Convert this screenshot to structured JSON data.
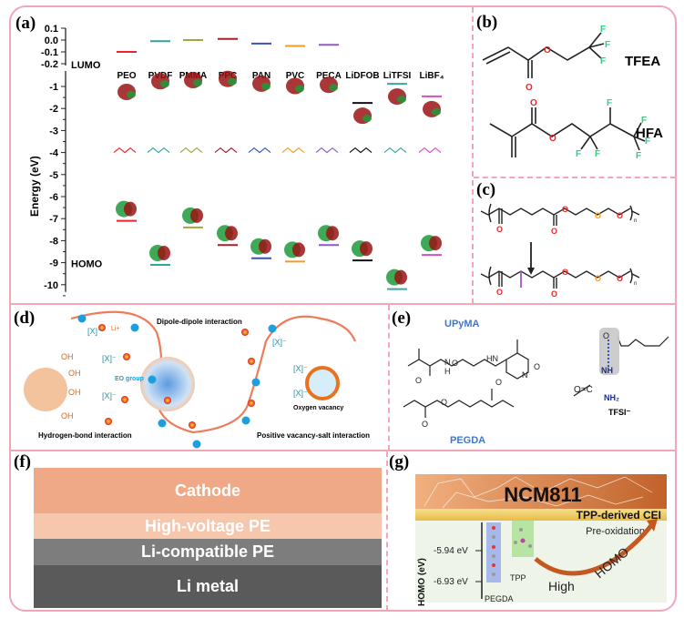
{
  "panels": {
    "a": {
      "label": "(a)"
    },
    "b": {
      "label": "(b)",
      "molecules": [
        "TFEA",
        "HFA"
      ]
    },
    "c": {
      "label": "(c)"
    },
    "d": {
      "label": "(d)",
      "title_dipole": "Dipole-dipole interaction",
      "title_hbond": "Hydrogen-bond interaction",
      "title_vacancy": "Positive vacancy-salt interaction",
      "eo_group": "EO group",
      "oxygen_vacancy": "Oxygen vacancy",
      "anion": "[X]⁻",
      "li": "Li+",
      "oh": "OH"
    },
    "e": {
      "label": "(e)",
      "upyma": "UPyMA",
      "pegda": "PEGDA",
      "tfsi": "TFSI⁻",
      "nh": "NH",
      "nh2": "NH₂"
    },
    "f": {
      "label": "(f)",
      "layers": [
        {
          "name": "Cathode",
          "color": "#f0a986"
        },
        {
          "name": "High-voltage PE",
          "color": "#f6c7ad"
        },
        {
          "name": "Li-compatible PE",
          "color": "#7d7d7d"
        },
        {
          "name": "Li metal",
          "color": "#5a5a5a"
        }
      ]
    },
    "g": {
      "label": "(g)",
      "ncm": "NCM811",
      "cei": "TPP-derived CEI",
      "preox": "Pre-oxidation",
      "axis": "HOMO (eV)",
      "level1": "-5.94 eV",
      "level2": "-6.93 eV",
      "tpp": "TPP",
      "pegda": "PEGDA",
      "arrow_high": "High",
      "arrow_homo": "HOMO"
    }
  },
  "chart_data": {
    "type": "energy-level",
    "title": "",
    "ylabel": "Energy (eV)",
    "xlabel": "",
    "upper_ylim": [
      -0.2,
      0.1
    ],
    "upper_ticks": [
      "0.1",
      "0.0",
      "-0.1",
      "-0.2"
    ],
    "lower_ylim": [
      -10,
      -0.2
    ],
    "lower_ticks": [
      "-1",
      "-2",
      "-3",
      "-4",
      "-5",
      "-6",
      "-7",
      "-8",
      "-9",
      "-10"
    ],
    "annotations": [
      "LUMO",
      "HOMO"
    ],
    "categories": [
      "PEO",
      "PVDF",
      "PMMA",
      "PPC",
      "PAN",
      "PVC",
      "PECA",
      "LiDFOB",
      "LiTFSI",
      "LiBF4"
    ],
    "colors": [
      "#e8262b",
      "#2aa6a6",
      "#a6a43a",
      "#a51f2a",
      "#3553c4",
      "#f59b22",
      "#9059c8",
      "#111111",
      "#3aa7a0",
      "#d34fc4"
    ],
    "series": [
      {
        "name": "LUMO",
        "values": [
          -0.1,
          -0.01,
          0.0,
          0.01,
          -0.03,
          -0.05,
          -0.04,
          -1.75,
          -0.88,
          -1.45
        ]
      },
      {
        "name": "HOMO",
        "values": [
          -7.1,
          -9.1,
          -7.4,
          -8.2,
          -8.8,
          -8.95,
          -8.2,
          -8.9,
          -10.2,
          -8.65
        ]
      }
    ],
    "grid": false
  }
}
